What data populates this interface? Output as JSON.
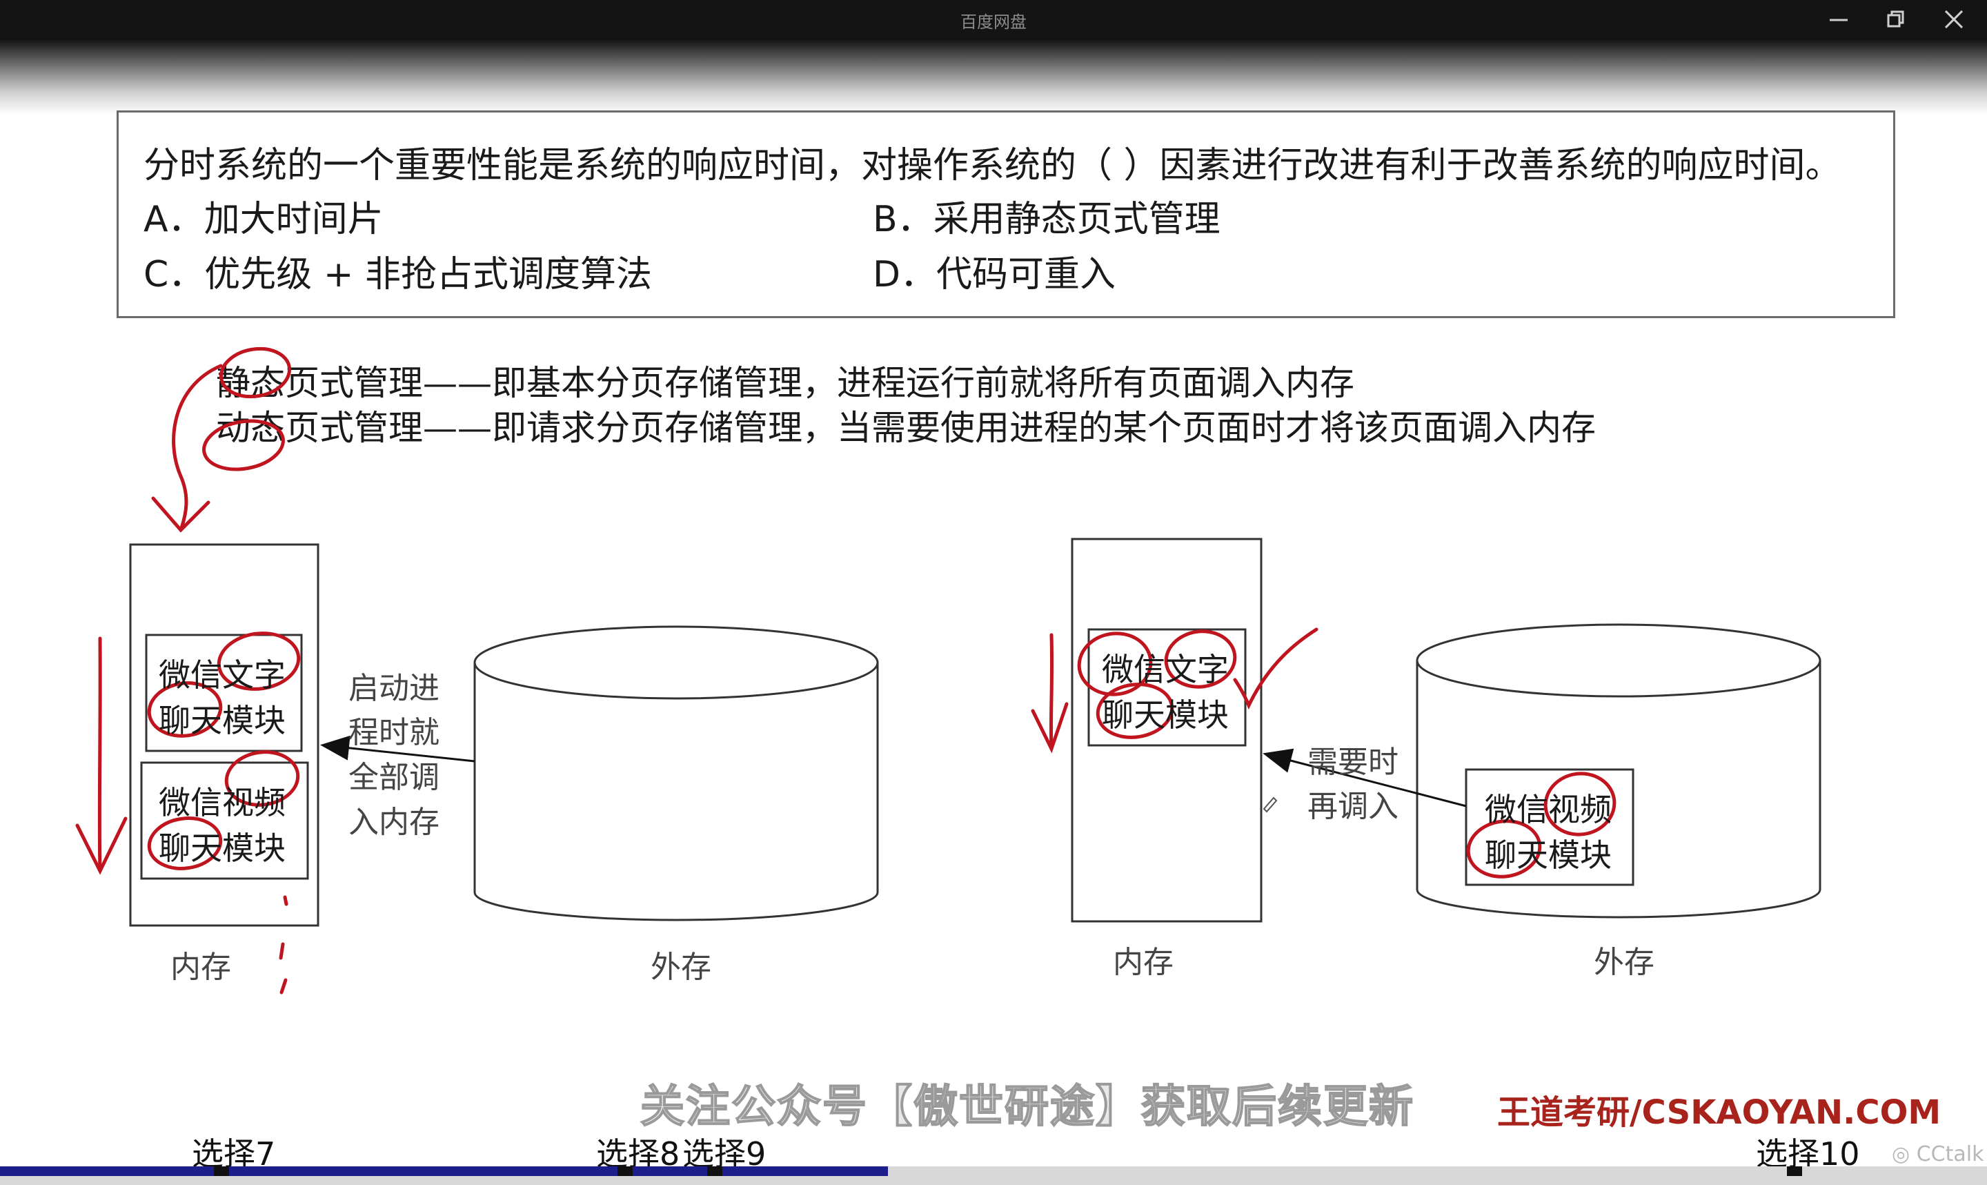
{
  "window": {
    "title": "百度网盘"
  },
  "question": {
    "stem": "分时系统的一个重要性能是系统的响应时间，对操作系统的（    ）因素进行改进有利于改善系统的响应时间。",
    "options": {
      "a": "A．加大时间片",
      "b": "B．采用静态页式管理",
      "c": "C．优先级 + 非抢占式调度算法",
      "d": "D．代码可重入"
    }
  },
  "explanation": {
    "line1": "静态页式管理——即基本分页存储管理，进程运行前就将所有页面调入内存",
    "line2": "动态页式管理——即请求分页存储管理，当需要使用进程的某个页面时才将该页面调入内存"
  },
  "diagram_left": {
    "module1_l1": "微信文字",
    "module1_l2": "聊天模块",
    "module2_l1": "微信视频",
    "module2_l2": "聊天模块",
    "arrow_label_1": "启动进",
    "arrow_label_2": "程时就",
    "arrow_label_3": "全部调",
    "arrow_label_4": "入内存",
    "memory_label": "内存",
    "disk_label": "外存"
  },
  "diagram_right": {
    "module1_l1": "微信文字",
    "module1_l2": "聊天模块",
    "module2_l1": "微信视频",
    "module2_l2": "聊天模块",
    "arrow_label_1": "需要时",
    "arrow_label_2": "再调入",
    "memory_label": "内存",
    "disk_label": "外存"
  },
  "subtitle_caption": "关注公众号【傲世研途】获取后续更新",
  "brand": "王道考研/CSKAOYAN.COM",
  "player": {
    "chapters": [
      "选择7",
      "选择8",
      "选择9",
      "选择10"
    ],
    "progress": 0.447,
    "watermark": "CCtalk"
  },
  "colors": {
    "annotation_red": "#c0141e",
    "progress_blue": "#1d1d8c",
    "brand_red": "#a8231c"
  }
}
